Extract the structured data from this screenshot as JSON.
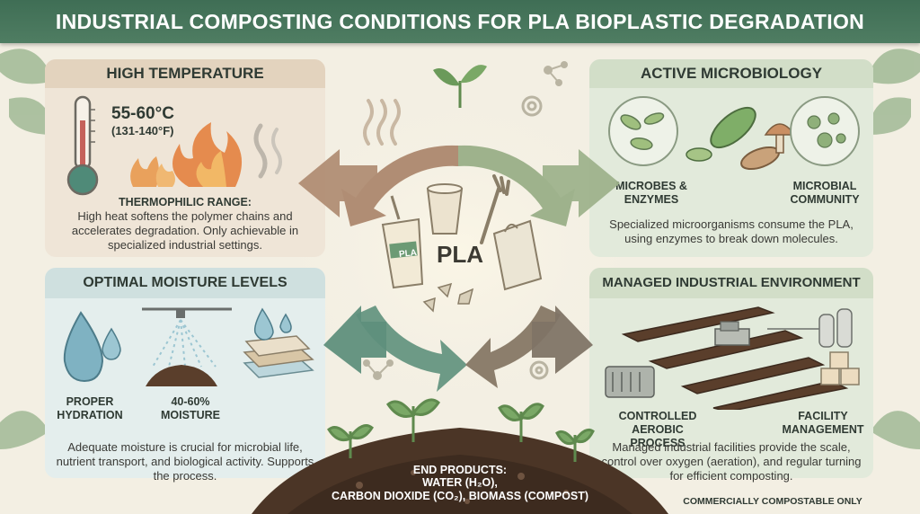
{
  "title": "INDUSTRIAL COMPOSTING CONDITIONS FOR PLA BIOPLASTIC DEGRADATION",
  "center": {
    "label": "PLA",
    "cup_label": "PLA"
  },
  "panels": {
    "temperature": {
      "title": "HIGH TEMPERATURE",
      "value": "55-60°C",
      "value_alt": "(131-140°F)",
      "subtitle": "THERMOPHILIC RANGE:",
      "body": "High heat softens the polymer chains and accelerates degradation. Only achievable in specialized industrial settings."
    },
    "microbiology": {
      "title": "ACTIVE MICROBIOLOGY",
      "label_left": "MICROBES & ENZYMES",
      "label_right": "MICROBIAL COMMUNITY",
      "body": "Specialized microorganisms consume the PLA, using enzymes to break down molecules."
    },
    "moisture": {
      "title": "OPTIMAL MOISTURE LEVELS",
      "label_left": "PROPER HYDRATION",
      "label_mid": "40-60% MOISTURE",
      "body": "Adequate moisture is crucial for microbial life, nutrient transport, and biological activity. Supports the process."
    },
    "environment": {
      "title": "MANAGED INDUSTRIAL ENVIRONMENT",
      "label_left": "CONTROLLED AEROBIC PROCESS",
      "label_right": "FACILITY MANAGEMENT",
      "body": "Managed industrial facilities provide the scale, control over oxygen (aeration), and regular turning for efficient composting."
    }
  },
  "end_products": {
    "line1": "END PRODUCTS:",
    "line2": "WATER (H₂O),",
    "line3": "CARBON DIOXIDE (CO₂), BIOMASS (COMPOST)"
  },
  "footnote": "COMMERCIALLY COMPOSTABLE ONLY",
  "colors": {
    "banner": "#466f58",
    "temperature": "#e9dccb",
    "microbiology": "#dde6d6",
    "moisture": "#dbe7e7",
    "environment": "#dde6d6",
    "soil": "#4b3526",
    "leaf": "#6b9a5a"
  }
}
